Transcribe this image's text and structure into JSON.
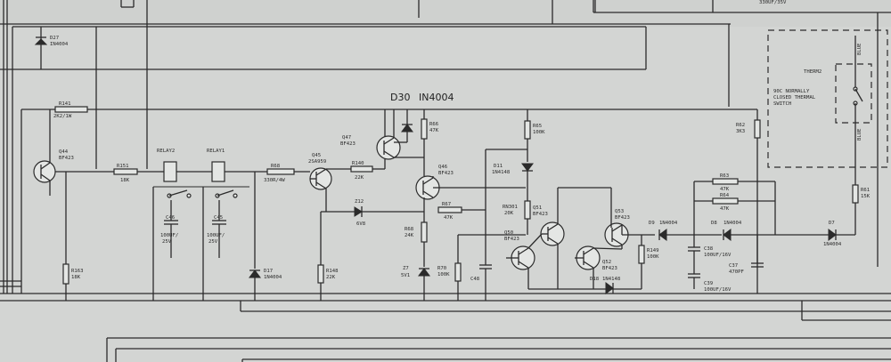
{
  "labels": {
    "d27": "D27",
    "d27_val": "IN4004",
    "r141": "R141",
    "r141_val": "2K2/1W",
    "q44": "Q44",
    "q44_type": "BF423",
    "r151": "R151",
    "r151_val": "18K",
    "relay2": "RELAY2",
    "relay1": "RELAY1",
    "c46": "C46",
    "c46_val": "100UF/",
    "c46_v": "25V",
    "c45": "C45",
    "c45_val": "100UF/",
    "c45_v": "25V",
    "r163": "R163",
    "r163_val": "18K",
    "r68": "R68",
    "r68_val": "330R/4W",
    "d17": "D17",
    "d17_val": "1N4004",
    "q45": "Q45",
    "q45_type": "2SA959",
    "r148": "R148",
    "r148_val": "22K",
    "r140": "R140",
    "r140_val": "22K",
    "q47": "Q47",
    "q47_type": "BF423",
    "d30_hand": "D30",
    "d30_hand_val": "IN4004",
    "r66": "R66",
    "r66_val": "47K",
    "q46": "Q46",
    "q46_type": "BF423",
    "z12": "Z12",
    "z12_val": "6V8",
    "r67": "R67",
    "r67_val": "47K",
    "r68b": "R68",
    "r68b_val": "24K",
    "z7": "Z7",
    "z7_val": "5V1",
    "r70": "R70",
    "r70_val": "100K",
    "c48": "C48",
    "r65": "R65",
    "r65_val": "100K",
    "d11": "D11",
    "d11_val": "1N4148",
    "rn301": "RN301",
    "rn301_val": "20K",
    "q51": "Q51",
    "q51_type": "BF423",
    "q50": "Q50",
    "q50_type": "BF423",
    "q53": "Q53",
    "q53_type": "BF423",
    "q52": "Q52",
    "q52_type": "BF423",
    "d18": "D18",
    "d18_val": "1N4148",
    "r149": "R149",
    "r149_val": "100K",
    "d9": "D9",
    "d9_val": "1N4004",
    "d8": "D8",
    "d8_val": "1N4004",
    "c38": "C38",
    "c38_val": "100UF/16V",
    "c39": "C39",
    "c39_val": "100UF/16V",
    "c37": "C37",
    "c37_val": "470PF",
    "r63": "R63",
    "r63_val": "47K",
    "r64": "R64",
    "r64_val": "47K",
    "r62": "R62",
    "r62_val": "3K3",
    "d7": "D7",
    "d7_val": "1N4004",
    "r61": "R61",
    "r61_val": "15K",
    "thermal_title": "THERM2",
    "thermal_desc_1": "90C NORMALLY",
    "thermal_desc_2": "CLOSED THERMAL",
    "thermal_desc_3": "SWITCH",
    "blue_top": "BLUE",
    "blue_bottom": "BLUE",
    "top_partial": "330UF/35V"
  }
}
